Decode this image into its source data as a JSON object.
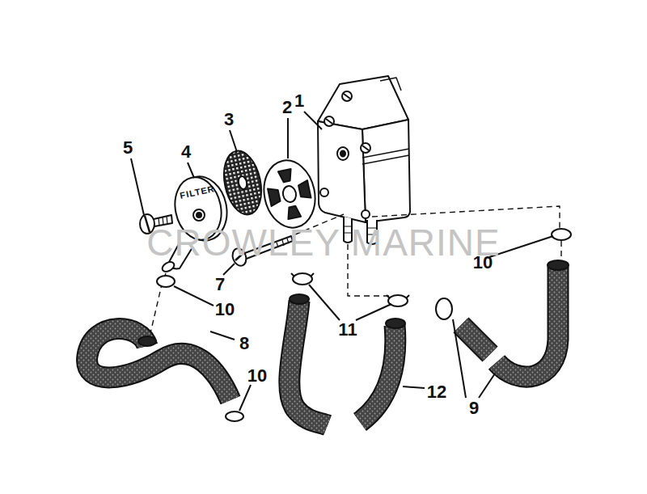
{
  "diagram": {
    "labels": [
      "1",
      "2",
      "3",
      "4",
      "5",
      "FILTER",
      "CROWLEY MARINE",
      "10",
      "7",
      "10",
      "11",
      "8",
      "10",
      "12",
      "9"
    ]
  }
}
